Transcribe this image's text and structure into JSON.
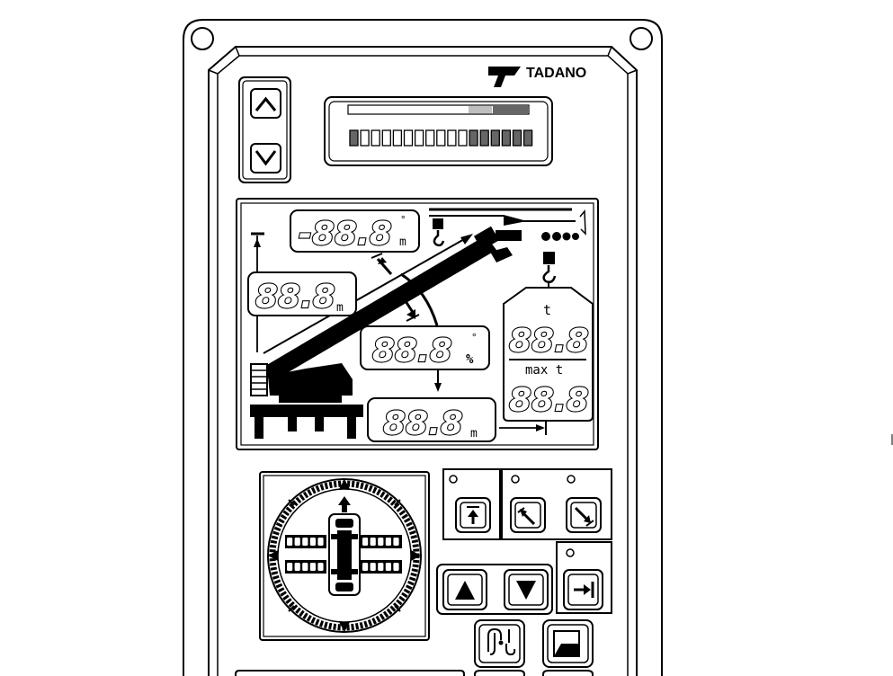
{
  "brand": {
    "name": "TADANO"
  },
  "bargraph": {
    "segments_total": 17,
    "segments_dark": 7
  },
  "display": {
    "angle_top": {
      "value": "-88.8",
      "unit_a": "°",
      "unit_b": "m"
    },
    "boom_length": {
      "value": "88.8",
      "unit": "m"
    },
    "boom_angle": {
      "value": "88.8",
      "unit_a": "°",
      "unit_b": "%"
    },
    "radius": {
      "value": "88.8",
      "unit": "m"
    },
    "load": {
      "label": "t",
      "value": "88.8"
    },
    "max_load": {
      "label": "max t",
      "value": "88.8"
    }
  },
  "compass": {
    "outrigger_cells_per_side": 5
  },
  "colors": {
    "ink": "#000000",
    "panel": "#ffffff",
    "bar_mid": "#bfbfbf",
    "bar_dark": "#666666"
  }
}
